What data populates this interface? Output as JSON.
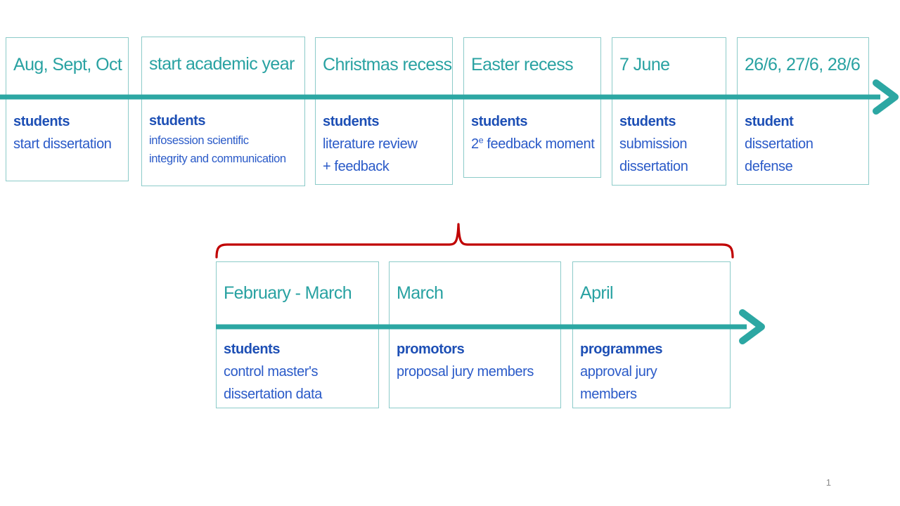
{
  "slide": {
    "page_number": "1"
  },
  "colors": {
    "teal_text": "#29a2a2",
    "arrow_teal": "#2ca7a3",
    "box_border": "#8ccbc9",
    "body_blue": "#2a5ac8",
    "actor_blue_bold": "#1d4fb5",
    "brace_red": "#c00000",
    "page_number_gray": "#8a8a8a"
  },
  "top_timeline": {
    "boxes": [
      {
        "heading": "Aug, Sept, Oct",
        "actor": "students",
        "lines": [
          "start dissertation"
        ]
      },
      {
        "heading": "start academic year",
        "actor": "students",
        "lines": [
          "infosession scientific",
          "integrity and communication"
        ]
      },
      {
        "heading": "Christmas recess",
        "actor": "students",
        "lines": [
          "literature review",
          "+ feedback"
        ]
      },
      {
        "heading": "Easter recess",
        "actor": "students",
        "line_base": "2",
        "line_sup": "e",
        "line_rest": " feedback moment"
      },
      {
        "heading": "7 June",
        "actor": "students",
        "lines": [
          "submission",
          "dissertation"
        ]
      },
      {
        "heading": "26/6, 27/6, 28/6",
        "actor": "student",
        "lines": [
          "dissertation",
          "defense"
        ]
      }
    ]
  },
  "bottom_timeline": {
    "boxes": [
      {
        "heading": "February - March",
        "actor": "students",
        "lines": [
          "control master's",
          "dissertation data"
        ]
      },
      {
        "heading": "March",
        "actor": "promotors",
        "lines": [
          "proposal jury members"
        ]
      },
      {
        "heading": "April",
        "actor": "programmes",
        "lines": [
          "approval jury",
          "members"
        ]
      }
    ]
  }
}
